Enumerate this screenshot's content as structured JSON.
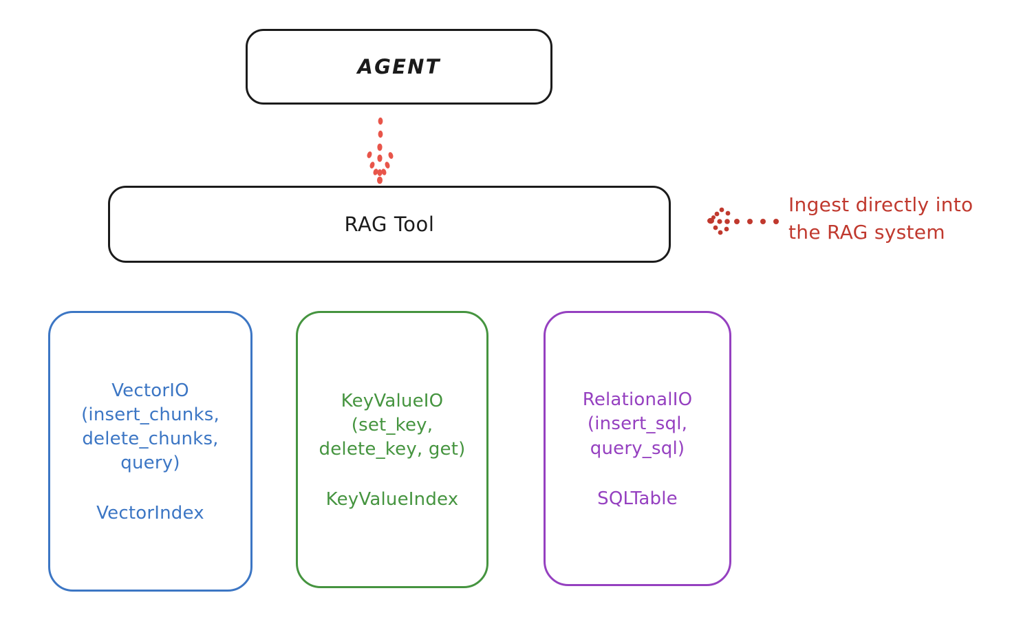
{
  "diagram": {
    "title_node": {
      "label": "AGENT"
    },
    "tool_node": {
      "label": "RAG Tool"
    },
    "annotation": {
      "text": "Ingest directly into\nthe RAG system",
      "color": "#c0392e"
    },
    "arrow_colors": {
      "agent_to_tool": "#e8554a",
      "annotation_arrow": "#c0392e"
    },
    "providers": [
      {
        "id": "vectorio",
        "api": "VectorIO\n(insert_chunks,\ndelete_chunks,\nquery)",
        "index": "VectorIndex",
        "color": "#3c76c4"
      },
      {
        "id": "keyvalueio",
        "api": "KeyValueIO\n(set_key,\ndelete_key, get)",
        "index": "KeyValueIndex",
        "color": "#45943f"
      },
      {
        "id": "relationalio",
        "api": "RelationalIO\n(insert_sql,\nquery_sql)",
        "index": "SQLTable",
        "color": "#9540c0"
      }
    ],
    "stroke_color_dark": "#1b1b1b",
    "background": "#ffffff"
  }
}
